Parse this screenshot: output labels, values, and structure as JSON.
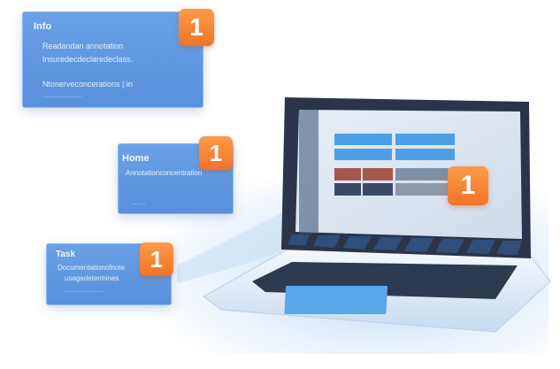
{
  "cards": [
    {
      "title": "Info",
      "line1": "Readandan annotation",
      "line2": "Insuredecdeclaredeclass.",
      "line3": "Ntonerveconcerations | in",
      "small": "...........................",
      "badge": "1"
    },
    {
      "title": "Home",
      "line1": "Annotationconcentration",
      "line2": "",
      "small": "..........",
      "badge": "1"
    },
    {
      "title": "Task",
      "line1": "Documentationofnote",
      "line2": "usagedetermines",
      "small": "...........................",
      "badge": "1"
    }
  ],
  "laptop": {
    "badge": "1"
  },
  "colors": {
    "card": "#6aa0e6",
    "badge": "#f57d2f",
    "screen_bar": "#4d9fe6",
    "screen_red": "#a4584c"
  }
}
